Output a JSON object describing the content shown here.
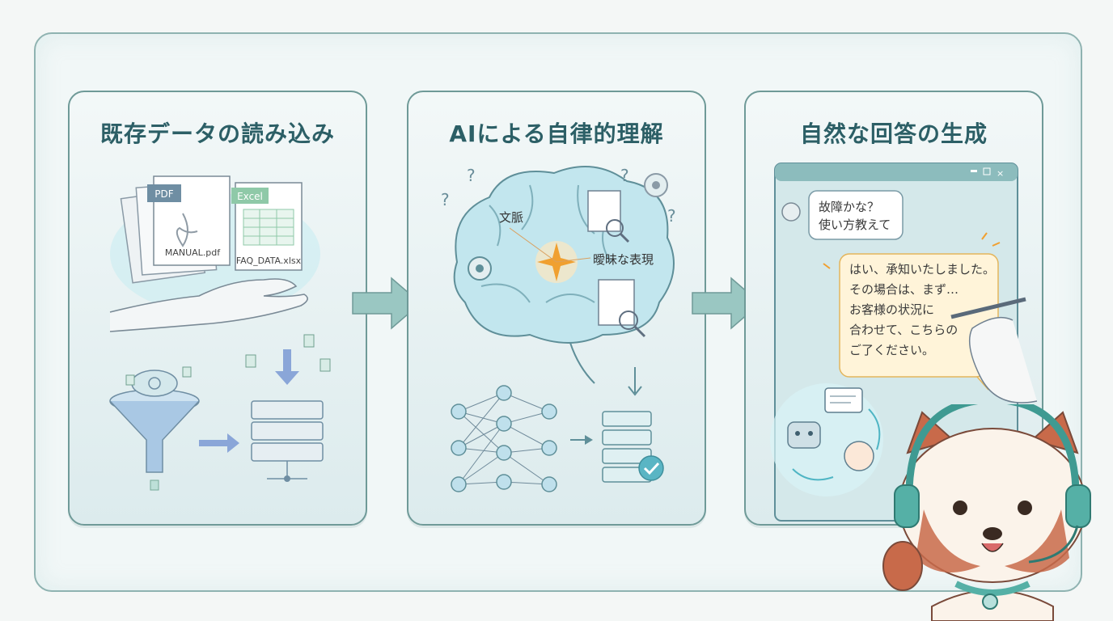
{
  "steps": [
    {
      "title": "既存データの読み込み",
      "pdf_tag": "PDF",
      "pdf_file": "MANUAL.pdf",
      "excel_tag": "Excel",
      "excel_file": "FAQ_DATA.xlsx"
    },
    {
      "title": "AIによる自律的理解",
      "label_context": "文脈",
      "label_ambiguous": "曖昧な表現"
    },
    {
      "title": "自然な回答の生成",
      "user_message": [
        "故障かな？",
        "使い方教えて"
      ],
      "ai_reply": [
        "はい、承知いたしました。",
        "その場合は、まず…",
        "お客様の状況に",
        "合わせて、こちらの",
        "ご了ください。"
      ]
    }
  ],
  "colors": {
    "teal": "#2c5f66",
    "accent_orange": "#f0a030",
    "frame": "#8fb3b1"
  }
}
